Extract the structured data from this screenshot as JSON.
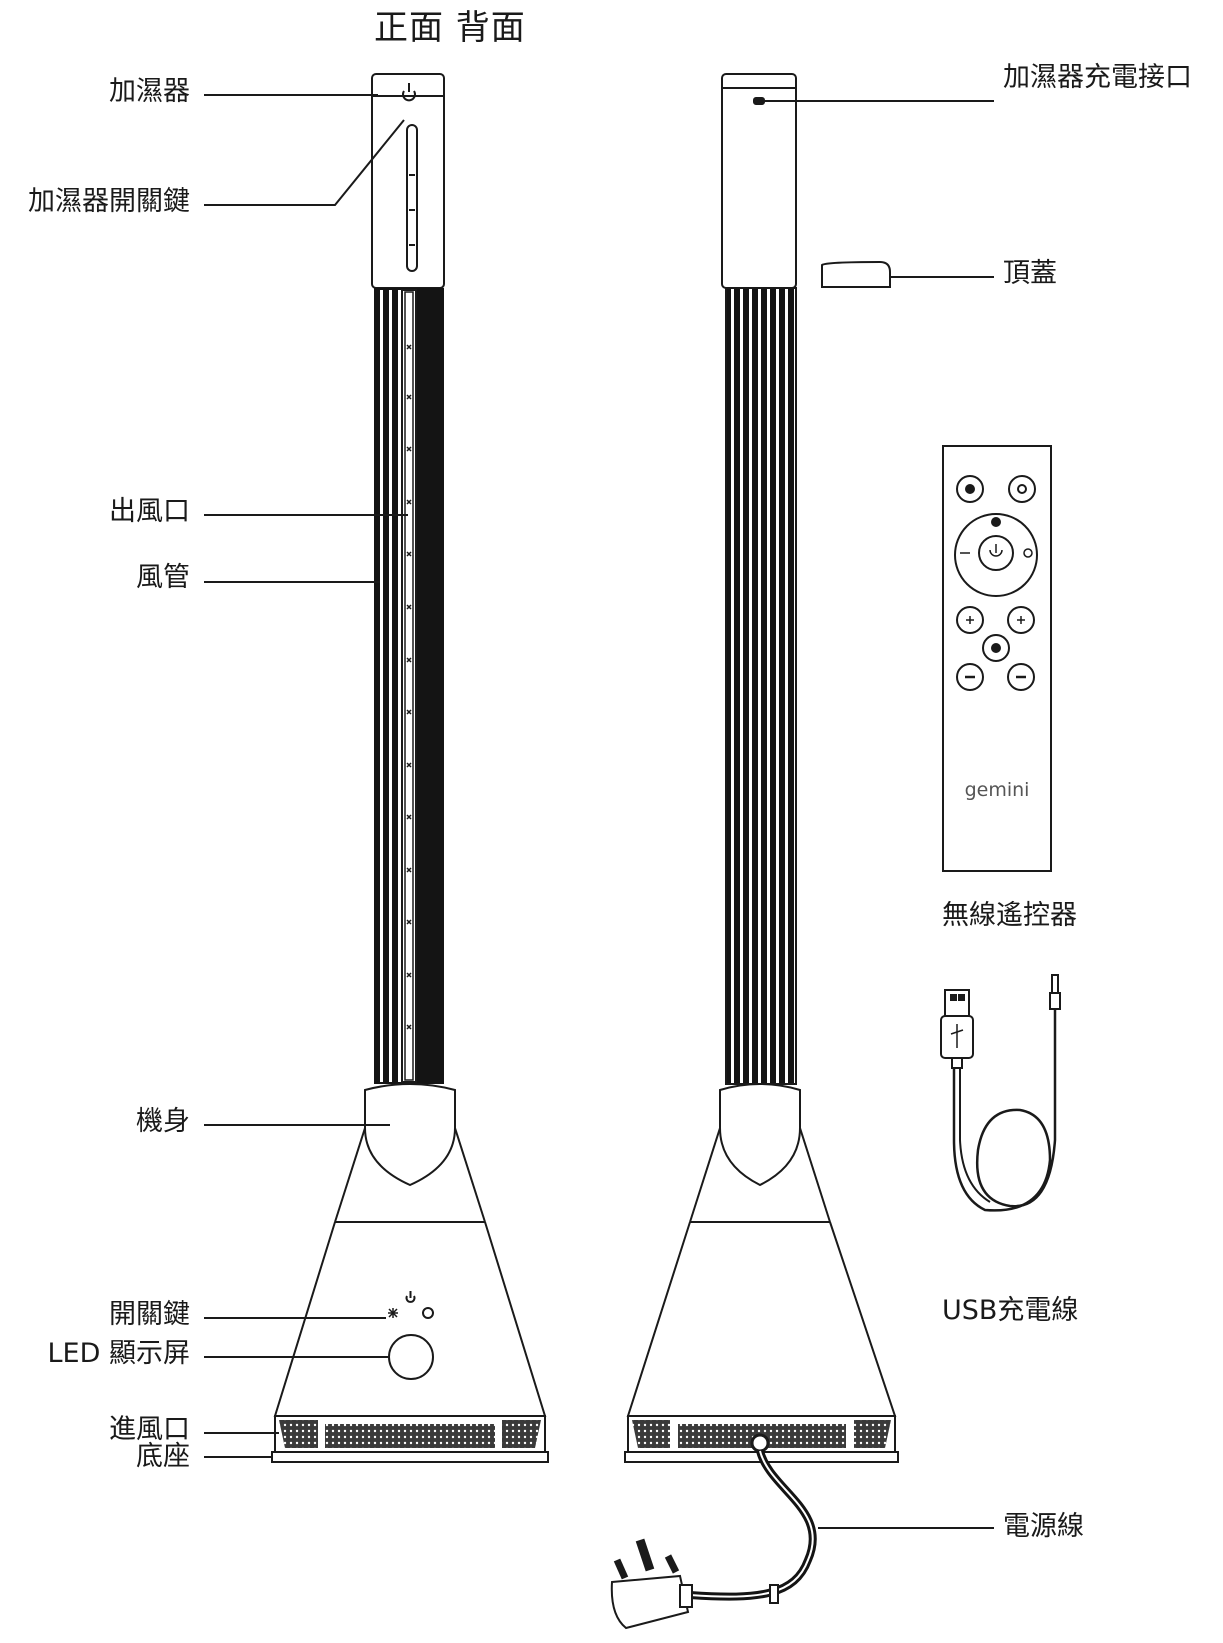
{
  "title": "正面 背面",
  "labels": {
    "humidifier": "加濕器",
    "humidifier_switch": "加濕器開關鍵",
    "air_outlet": "出風口",
    "air_duct": "風管",
    "body": "機身",
    "power_key": "開關鍵",
    "led_display": "LED 顯示屏",
    "air_inlet": "進風口",
    "base": "底座",
    "humidifier_charging_port": "加濕器充電接口",
    "top_cover": "頂蓋",
    "remote_control": "無線遙控器",
    "usb_cable": "USB充電線",
    "power_cord": "電源線"
  },
  "remote": {
    "brand": "gemini"
  },
  "colors": {
    "line": "#1a1a1a",
    "tube": "#141414",
    "background": "#ffffff"
  }
}
